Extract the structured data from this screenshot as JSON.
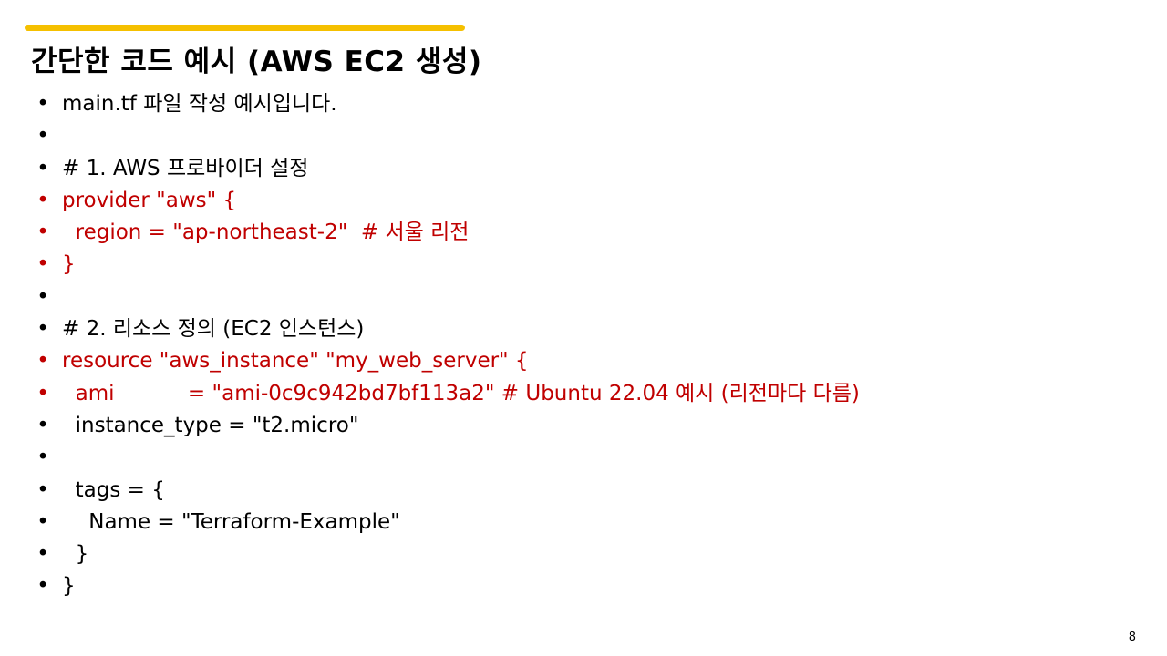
{
  "slide": {
    "title": "간단한 코드 예시 (AWS EC2 생성)",
    "page_number": "8",
    "colors": {
      "accent": "#F5C000",
      "text": "#000000",
      "highlight": "#C00000"
    },
    "lines": [
      {
        "text": "main.tf 파일 작성 예시입니다.",
        "highlight": false
      },
      {
        "text": "",
        "highlight": false
      },
      {
        "text": "# 1. AWS 프로바이더 설정",
        "highlight": false
      },
      {
        "text": "provider \"aws\" {",
        "highlight": true
      },
      {
        "text": "  region = \"ap-northeast-2\"  # 서울 리전",
        "highlight": true
      },
      {
        "text": "}",
        "highlight": true
      },
      {
        "text": "",
        "highlight": false
      },
      {
        "text": "# 2. 리소스 정의 (EC2 인스턴스)",
        "highlight": false
      },
      {
        "text": "resource \"aws_instance\" \"my_web_server\" {",
        "highlight": true
      },
      {
        "text": "  ami           = \"ami-0c9c942bd7bf113a2\" # Ubuntu 22.04 예시 (리전마다 다름)",
        "highlight": true
      },
      {
        "text": "  instance_type = \"t2.micro\"",
        "highlight": false
      },
      {
        "text": "",
        "highlight": false
      },
      {
        "text": "  tags = {",
        "highlight": false
      },
      {
        "text": "    Name = \"Terraform-Example\"",
        "highlight": false
      },
      {
        "text": "  }",
        "highlight": false
      },
      {
        "text": "}",
        "highlight": false
      }
    ]
  }
}
